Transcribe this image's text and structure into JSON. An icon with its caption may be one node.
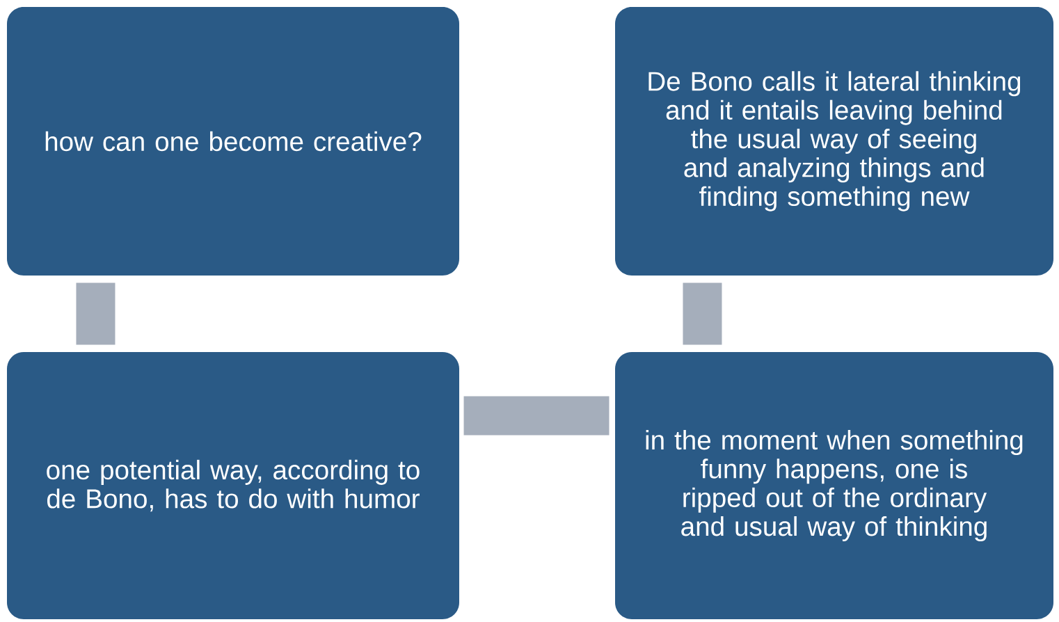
{
  "diagram": {
    "nodes": [
      {
        "text": [
          "how can one become creative?"
        ]
      },
      {
        "text": [
          "De Bono calls it lateral thinking and it entails leaving behind the usual way of seeing and analyzing things and finding something new"
        ]
      },
      {
        "text": [
          "one potential way, according to de Bono, has to do with humor"
        ]
      },
      {
        "text": [
          "in the moment when something funny happens, one is ripped out of the ordinary and usual way of thinking"
        ]
      }
    ],
    "edges": [
      {
        "from": 0,
        "to": 2,
        "arrow": "none"
      },
      {
        "from": 2,
        "to": 3,
        "arrow": "none"
      },
      {
        "from": 3,
        "to": 1,
        "arrow": "none"
      }
    ]
  }
}
